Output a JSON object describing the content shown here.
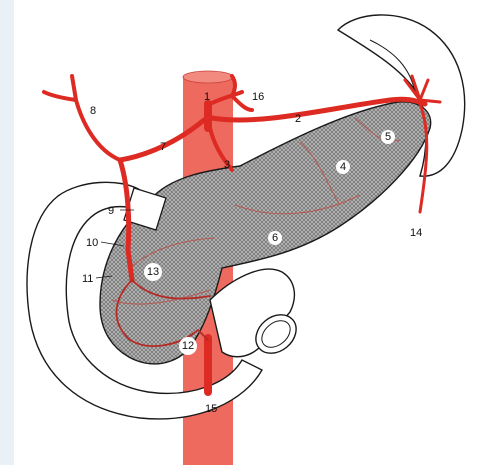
{
  "colors": {
    "artery": "#dd2a22",
    "aorta": "#ee5d52",
    "outline": "#1a1a1a",
    "pancreas_fill": "#a9a9a9",
    "bowel_fill": "#ffffff",
    "left_band": "#e9f1f6"
  },
  "labels": {
    "l1": "1",
    "l2": "2",
    "l3": "3",
    "l4": "4",
    "l5": "5",
    "l6": "6",
    "l7": "7",
    "l8": "8",
    "l9": "9",
    "l10": "10",
    "l11": "11",
    "l12": "12",
    "l13": "13",
    "l14": "14",
    "l15": "15",
    "l16": "16"
  }
}
